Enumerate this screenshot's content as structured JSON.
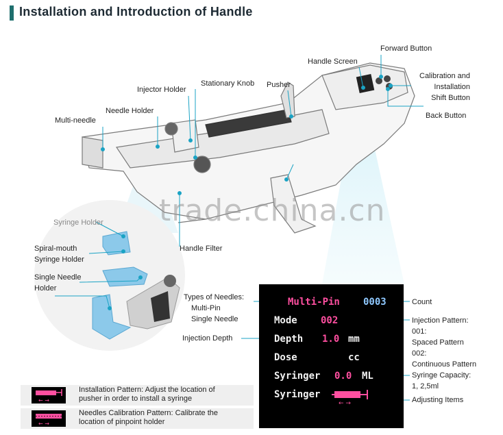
{
  "title": "Installation and Introduction of Handle",
  "watermark": "trade.china.cn",
  "labels": {
    "forward_button": "Forward Button",
    "handle_screen": "Handle Screen",
    "calibration_l1": "Calibration and",
    "calibration_l2": "Installation",
    "calibration_l3": "Shift Button",
    "back_button": "Back Button",
    "pusher": "Pusher",
    "stationary_knob": "Stationary Knob",
    "injector_holder": "Injector Holder",
    "needle_holder": "Needle Holder",
    "multi_needle": "Multi-needle",
    "handle_filter": "Handle Filter",
    "syringe_holder": "Syringe Holder",
    "spiral_l1": "Spiral-mouth",
    "spiral_l2": "Syringe Holder",
    "single_l1": "Single Needle",
    "single_l2": "Holder",
    "types_l1": "Types of Needles:",
    "types_l2": "Multi-Pin",
    "types_l3": "Single Needle",
    "injection_depth": "Injection Depth",
    "count": "Count",
    "pattern_l1": "Injection Pattern:",
    "pattern_l2": "001:",
    "pattern_l3": "Spaced Pattern",
    "pattern_l4": "002:",
    "pattern_l5": "Continuous Pattern",
    "capacity_l1": "Syringe Capacity:",
    "capacity_l2": "1, 2,5ml",
    "adjusting_items": "Adjusting Items"
  },
  "screen": {
    "needle_type": "Multi-Pin",
    "count": "0003",
    "mode_label": "Mode",
    "mode_value": "002",
    "depth_label": "Depth",
    "depth_value": "1.0",
    "depth_unit": "mm",
    "dose_label": "Dose",
    "dose_unit": "cc",
    "syringe_label": "Syringer",
    "syringe_value": "0.0",
    "syringe_unit": "ML",
    "syringe2_label": "Syringer"
  },
  "legend": [
    {
      "line1": "Installation Pattern: Adjust the location of",
      "line2": "pusher in order to install a syringe"
    },
    {
      "line1": "Needles Calibration Pattern: Calibrate the",
      "line2": "location of pinpoint holder"
    }
  ],
  "colors": {
    "accent": "#1aa3c4",
    "title_bar": "#1f6f6e",
    "screen_bg": "#000000",
    "screen_magenta": "#ff4fa0"
  }
}
